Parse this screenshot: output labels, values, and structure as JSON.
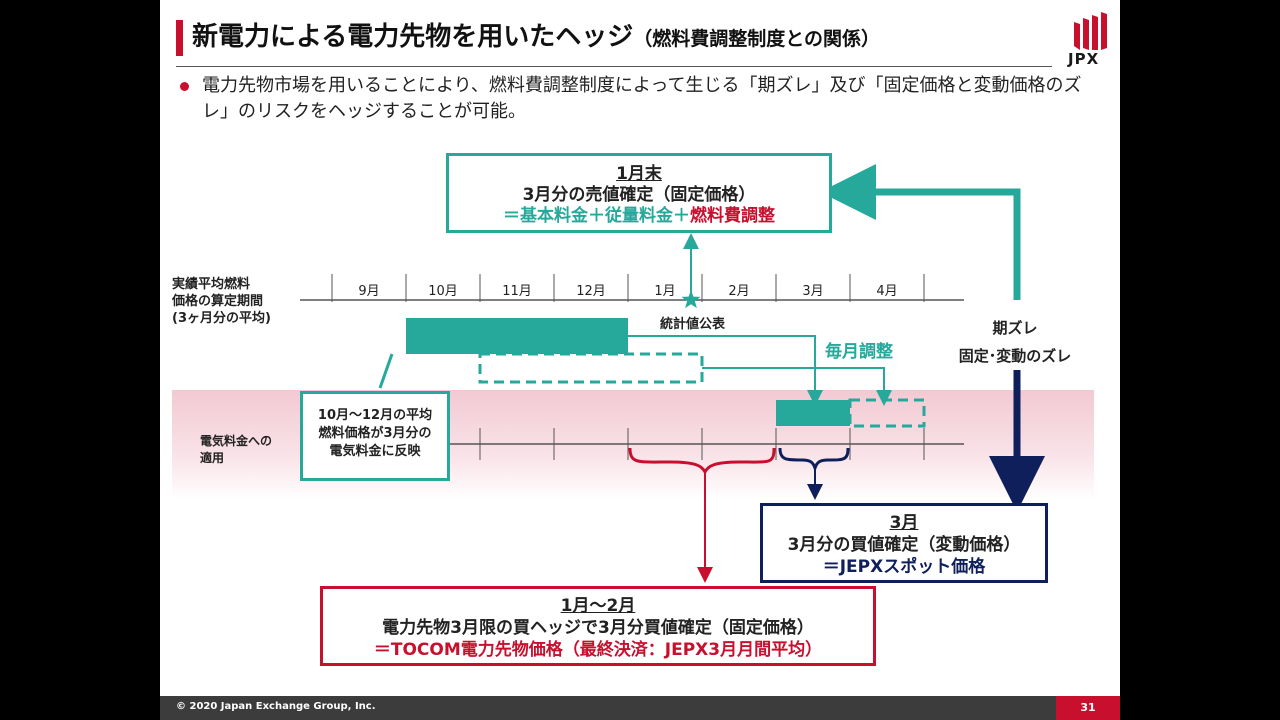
{
  "header": {
    "title": "新電力による電力先物を用いたヘッジ",
    "subtitle": "（燃料費調整制度との関係）",
    "logo_text": "JPX"
  },
  "bullet": "電力先物市場を用いることにより、燃料費調整制度によって生じる「期ズレ」及び「固定価格と変動価格のズレ」のリスクをヘッジすることが可能。",
  "top_box": {
    "heading": "1月末",
    "line1": "3月分の売値確定（固定価格）",
    "line2_prefix": "＝基本料金＋従量料金＋",
    "line2_highlight": "燃料費調整"
  },
  "timeline": {
    "row1_label": [
      "実績平均燃料",
      "価格の算定期間",
      "(3ヶ月分の平均)"
    ],
    "months": [
      "9月",
      "10月",
      "11月",
      "12月",
      "1月",
      "2月",
      "3月",
      "4月"
    ],
    "row2_label": [
      "電気料金への",
      "適用"
    ]
  },
  "labels": {
    "statistics": "統計値公表",
    "monthly_adjust": "毎月調整",
    "gap_line1": "期ズレ",
    "gap_line2": "固定･変動のズレ"
  },
  "apply_box": {
    "line1": "10月～12月の平均",
    "line2": "燃料価格が3月分の",
    "line3": "電気料金に反映"
  },
  "march_box": {
    "heading": "3月",
    "line1": "3月分の買値確定（変動価格）",
    "line2": "＝JEPXスポット価格"
  },
  "janfeb_box": {
    "heading": "1月～2月",
    "line1": "電力先物3月限の買ヘッジで3月分買値確定（固定価格）",
    "line2": "＝TOCOM電力先物価格（最終決済：JEPX3月月間平均）"
  },
  "footer": {
    "copyright": "© 2020 Japan Exchange Group, Inc.",
    "page": "31"
  },
  "colors": {
    "teal": "#26a89a",
    "navy": "#0e1f5b",
    "red": "#c8102e",
    "band_pink": "#f2c9d3"
  },
  "icons": [
    "star-icon",
    "jpx-logo-icon",
    "bullet-dot-icon"
  ]
}
